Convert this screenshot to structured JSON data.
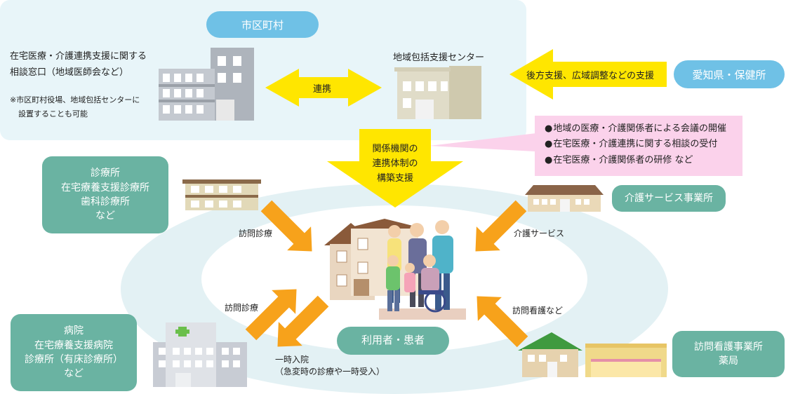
{
  "municipality": {
    "title": "市区町村",
    "consult_line1": "在宅医療・介護連携支援に関する",
    "consult_line2": "相談窓口（地域医師会など）",
    "note_line1": "※市区町村役場、地域包括センターに",
    "note_line2": "設置することも可能",
    "renkei": "連携",
    "center": "地域包括支援センター"
  },
  "prefecture": {
    "label": "愛知県・保健所",
    "support": "後方支援、広域調整などの支援"
  },
  "system_support": {
    "line1": "関係機関の",
    "line2": "連携体制の",
    "line3": "構築支援"
  },
  "activities": [
    "地域の医療・介護関係者による会議の開催",
    "在宅医療・介護連携に関する相談の受付",
    "在宅医療・介護関係者の研修 など"
  ],
  "clinic": {
    "lines": [
      "診療所",
      "在宅療養支援診療所",
      "歯科診療所",
      "など"
    ],
    "arrow_label": "訪問診療"
  },
  "care_service": {
    "label": "介護サービス事業所",
    "arrow_label": "介護サービス"
  },
  "hospital": {
    "lines": [
      "病院",
      "在宅療養支援病院",
      "診療所（有床診療所）",
      "など"
    ],
    "arrow_in_label": "訪問診療",
    "arrow_out_line1": "一時入院",
    "arrow_out_line2": "（急変時の診療や一時受入）"
  },
  "nursing": {
    "lines": [
      "訪問看護事業所",
      "薬局"
    ],
    "arrow_label": "訪問看護など"
  },
  "user": {
    "label": "利用者・患者"
  },
  "colors": {
    "light_blue_bg": "#e8f5f9",
    "blue_pill": "#6fc1e6",
    "green_box": "#6ab3a2",
    "yellow_arrow": "#ffe600",
    "orange_arrow": "#f7a21b",
    "pink_box": "#fbd2eb",
    "ellipse": "#e3f1f4"
  }
}
